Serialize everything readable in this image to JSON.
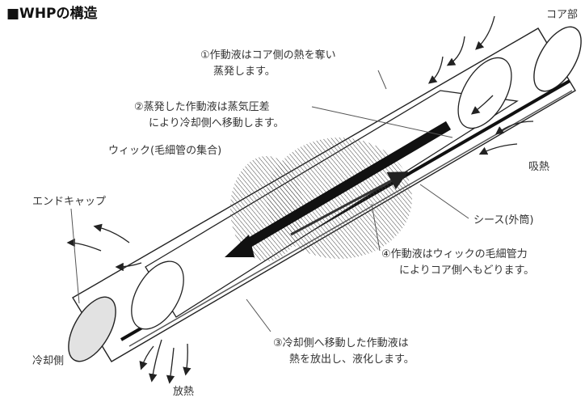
{
  "title": "■WHPの構造",
  "labels": {
    "core": "コア部",
    "step1_line1": "①作動液はコア側の熱を奪い",
    "step1_line2": "蒸発します。",
    "step2_line1": "②蒸発した作動液は蒸気圧差",
    "step2_line2": "により冷却側へ移動します。",
    "wick": "ウィック(毛細管の集合)",
    "absorb": "吸熱",
    "endcap": "エンドキャップ",
    "sheath": "シース(外筒)",
    "step4_line1": "④作動液はウィックの毛細管力",
    "step4_line2": "によりコア側へもどります。",
    "step3_line1": "③冷却側へ移動した作動液は",
    "step3_line2": "熱を放出し、液化します。",
    "cool_side": "冷却側",
    "release": "放熱"
  },
  "colors": {
    "outline": "#222222",
    "shade": "#d9d9d9",
    "arrow": "#1a1a1a",
    "leader": "#555555"
  }
}
